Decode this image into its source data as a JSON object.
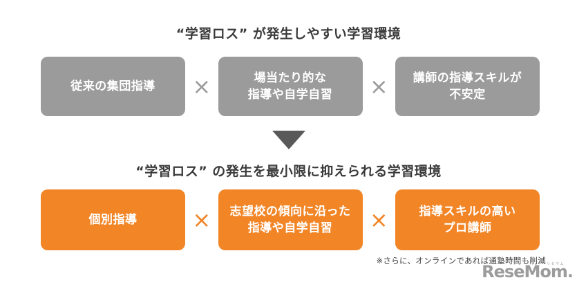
{
  "colors": {
    "page_bg": "#ffffff",
    "title_text": "#3a3a3a",
    "gray_box": "#9b9b9b",
    "orange_box": "#f28526",
    "box_text": "#ffffff",
    "arrow": "#595959",
    "footnote_text": "#3f3f3f",
    "logo_gray": "#9c9c9c"
  },
  "top_section": {
    "title": "“学習ロス” が発生しやすい学習環境",
    "separator": "×",
    "boxes": [
      {
        "label": "従来の集団指導"
      },
      {
        "label": "場当たり的な\n指導や自学自習"
      },
      {
        "label": "講師の指導スキルが\n不安定"
      }
    ]
  },
  "bottom_section": {
    "title": "“学習ロス” の発生を最小限に抑えられる学習環境",
    "separator": "×",
    "boxes": [
      {
        "label": "個別指導"
      },
      {
        "label": "志望校の傾向に沿った\n指導や自学自習"
      },
      {
        "label": "指導スキルの高い\nプロ講師"
      }
    ]
  },
  "footnote": "※さらに、オンラインであれば通塾時間も削減",
  "logo": {
    "text": "ReseMom.",
    "furigana": "リセマム"
  }
}
